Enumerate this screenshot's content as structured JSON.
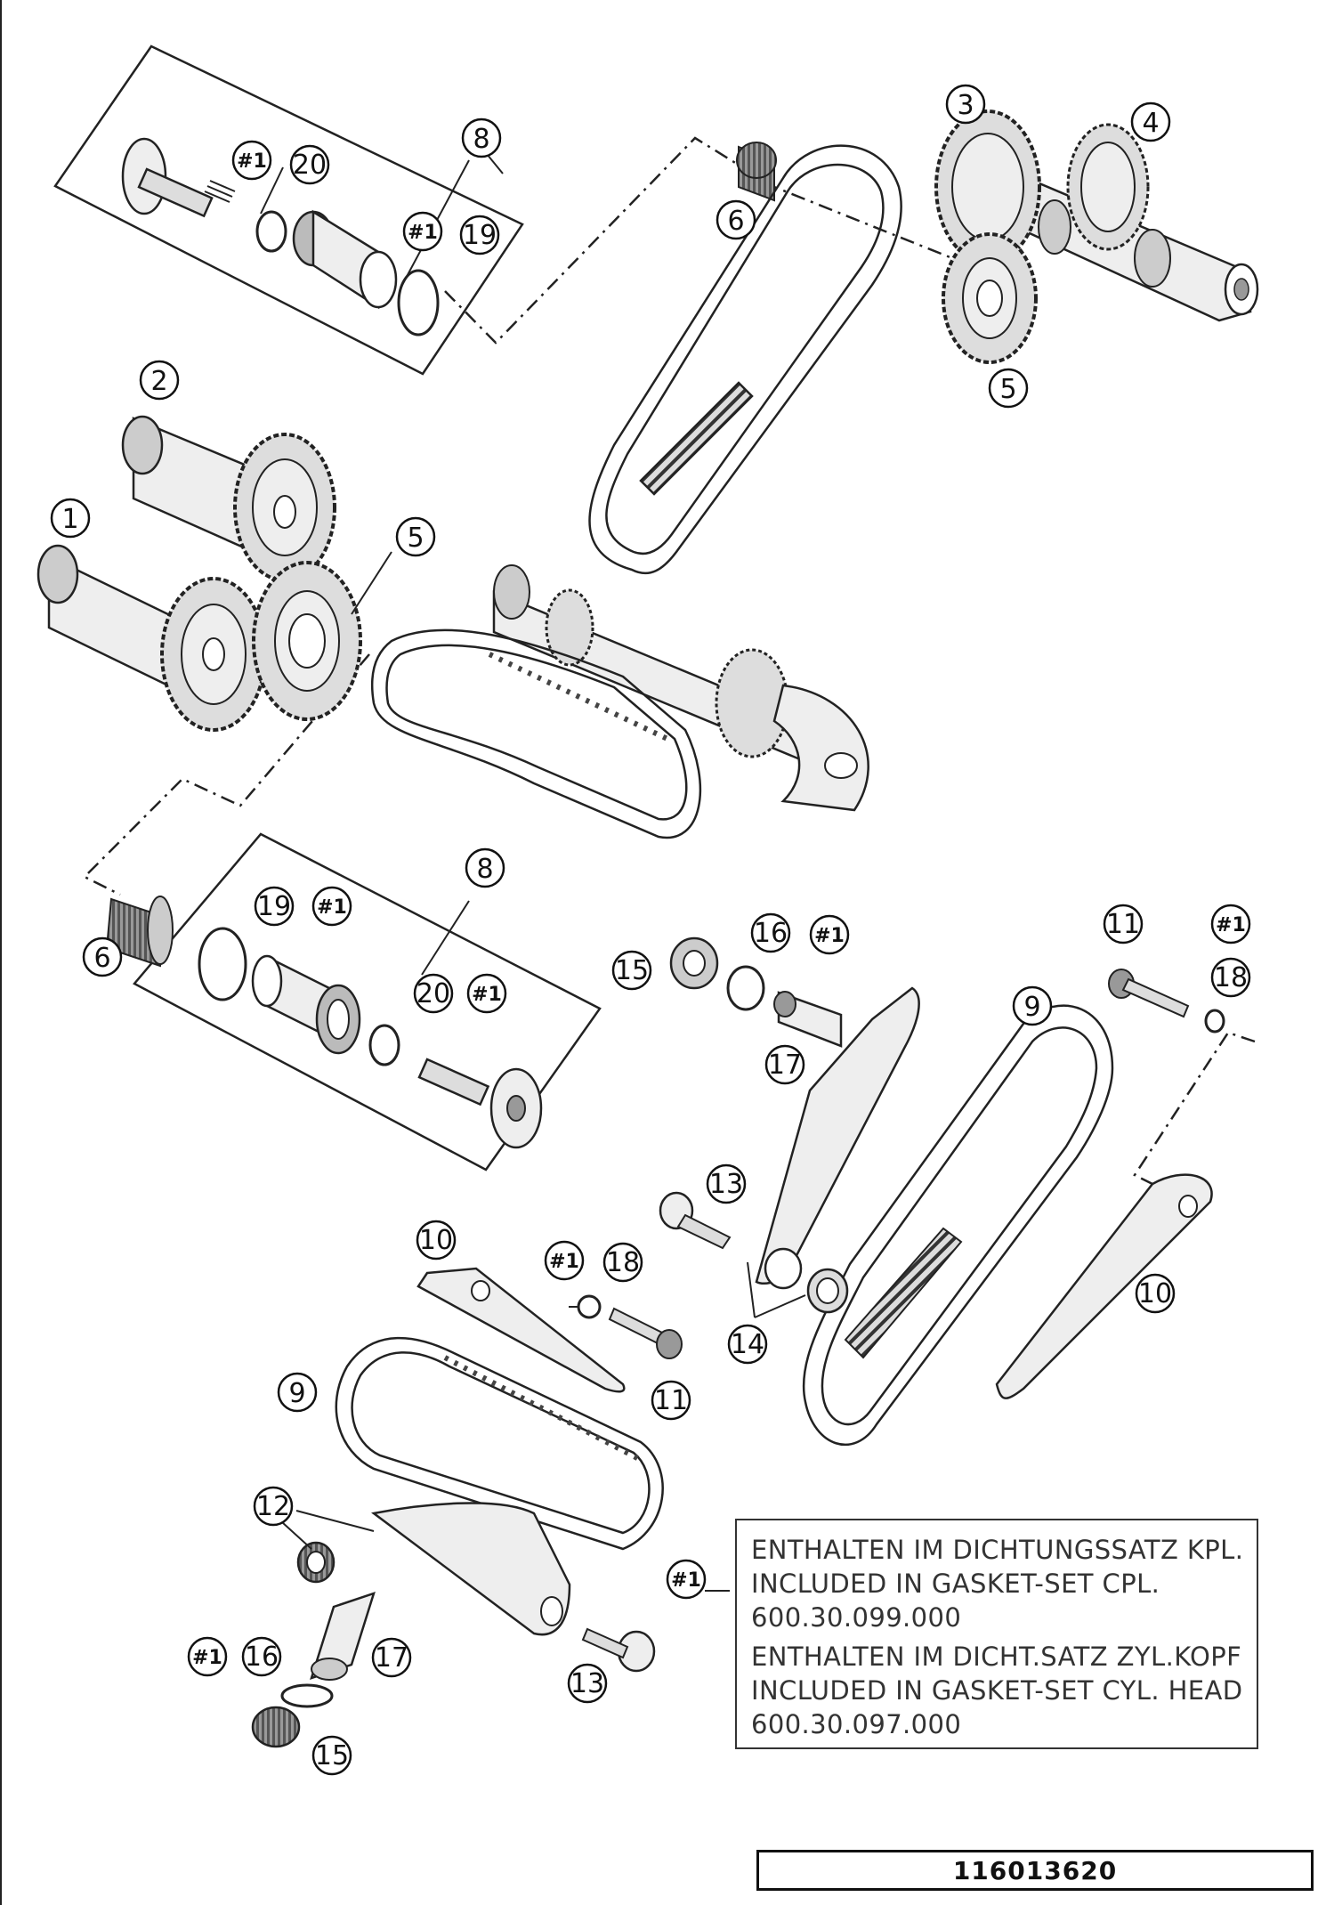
{
  "callouts": {
    "c1": "1",
    "c2": "2",
    "c3": "3",
    "c4": "4",
    "c5": "5",
    "c6": "6",
    "c8": "8",
    "c9": "9",
    "c10": "10",
    "c11": "11",
    "c12": "12",
    "c13": "13",
    "c14": "14",
    "c15": "15",
    "c16": "16",
    "c17": "17",
    "c18": "18",
    "c19": "19",
    "c20": "20",
    "ref": "#1"
  },
  "note": {
    "line1": "ENTHALTEN IM DICHTUNGSSATZ KPL.",
    "line2": "INCLUDED IN GASKET-SET CPL.",
    "line3": "600.30.099.000",
    "line4": "ENTHALTEN IM DICHT.SATZ ZYL.KOPF",
    "line5": "INCLUDED IN GASKET-SET CYL. HEAD",
    "line6": "600.30.097.000"
  },
  "part_number": "116013620",
  "colors": {
    "ink": "#111111",
    "part_fill": "#eeeeee",
    "part_shade": "#bbbbbb",
    "chain_dark": "#444444"
  }
}
